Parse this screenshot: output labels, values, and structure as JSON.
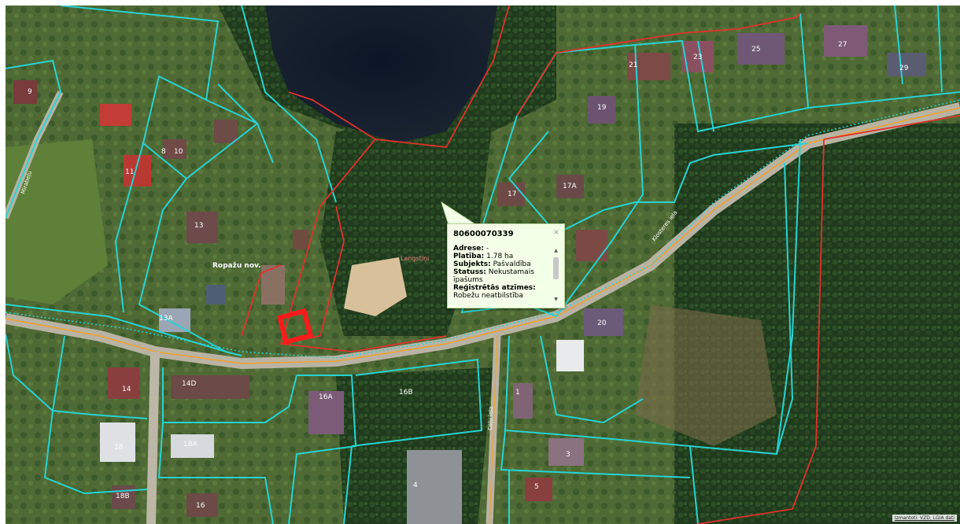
{
  "map": {
    "colors": {
      "parcel": "#27d3d3",
      "boundary": "#e0322c",
      "road_line": "#f0a12a",
      "selection": "#ff1a1a",
      "popup_bg": "#f4ffe8"
    },
    "labels": {
      "municipality": "Ropažu nov.",
      "street_langstiņi": "Langstiņi",
      "street_left": "Mirabeļu",
      "street_right": "Klosteres iela",
      "street_bottom": "Ceļu iela",
      "lot_8": "8",
      "lot_10": "10",
      "lot_11": "11",
      "lot_13": "13",
      "lot_13a": "13A",
      "lot_14": "14",
      "lot_14d": "14D",
      "lot_16": "16",
      "lot_16a": "16A",
      "lot_16b": "16B",
      "lot_17": "17",
      "lot_17a": "17A",
      "lot_18": "18",
      "lot_18a": "18A",
      "lot_18b": "18B",
      "lot_19": "19",
      "lot_20": "20",
      "lot_21": "21",
      "lot_23": "23",
      "lot_25": "25",
      "lot_27": "27",
      "lot_29": "29",
      "lot_3": "3",
      "lot_1": "1",
      "lot_5": "5",
      "lot_4": "4",
      "lot_9": "9"
    },
    "scale_text": "Izmantoti: VZD, LGIA dati"
  },
  "popup": {
    "title": "80600070339",
    "close": "×",
    "address_label": "Adrese:",
    "address_value": "-",
    "area_label": "Platība:",
    "area_value": "1.78 ha",
    "subject_label": "Subjekts:",
    "subject_value": "Pašvaldība",
    "status_label": "Statuss:",
    "status_value": "Nekustamais īpašums",
    "marks_label": "Reģistrētās atzīmes:",
    "marks_value": "Robežu neatbilstība",
    "scroll_up": "▲",
    "scroll_down": "▼"
  }
}
